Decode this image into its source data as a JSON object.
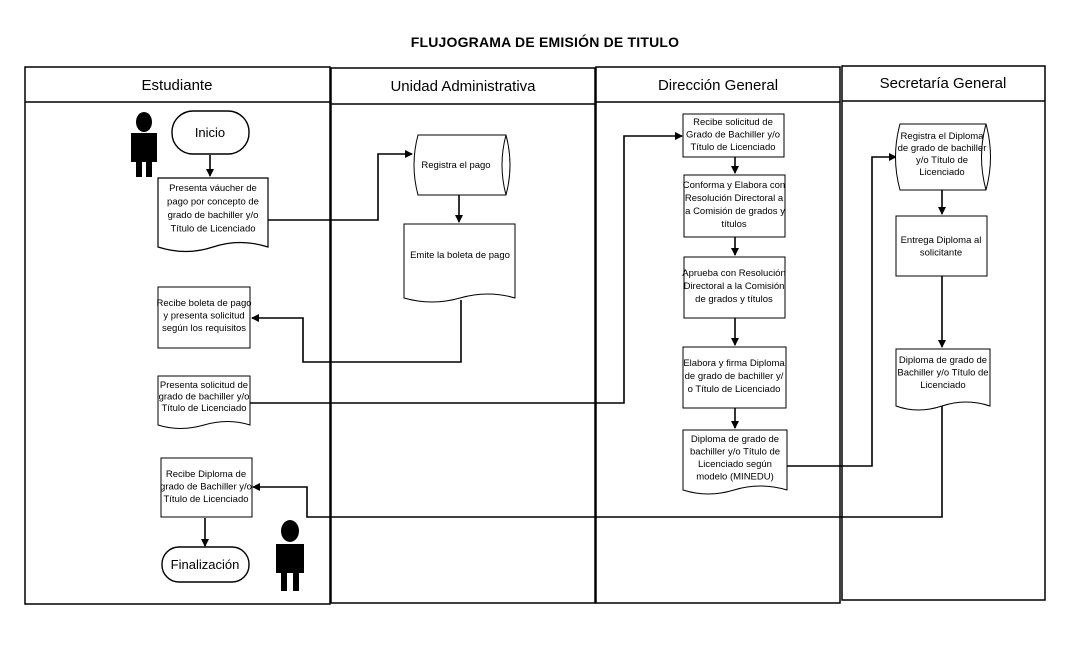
{
  "title": "FLUJOGRAMA DE EMISIÓN DE TITULO",
  "lanes": [
    "Estudiante",
    "Unidad Administrativa",
    "Dirección General",
    "Secretaría General"
  ],
  "nodes": {
    "inicio": "Inicio",
    "presenta_vaucher": [
      "Presenta  váucher de",
      "pago por concepto de",
      "grado de bachiller y/o",
      "Título de Licenciado"
    ],
    "registra_pago": [
      "Registra el pago"
    ],
    "emite_boleta": [
      "Emite la boleta de pago"
    ],
    "recibe_boleta": [
      "Recibe boleta de pago",
      "y presenta solicitud",
      "según los requisitos"
    ],
    "presenta_solicitud": [
      "Presenta solicitud de",
      "grado de bachiller y/o",
      "Título de Licenciado"
    ],
    "recibe_diploma": [
      "Recibe Diploma de",
      "grado de Bachiller y/o",
      "Título de Licenciado"
    ],
    "finalizacion": "Finalización",
    "recibe_solicitud": [
      "Recibe solicitud de",
      "Grado de Bachiller y/o",
      "Título de Licenciado"
    ],
    "conforma_elabora": [
      "Conforma y Elabora con",
      "Resolución Directoral a",
      "la Comisión de grados y",
      "títulos"
    ],
    "aprueba": [
      "Aprueba con Resolución",
      "Directoral a la Comisión",
      "de grados y títulos"
    ],
    "elabora_firma": [
      "Elabora y firma Diploma",
      "de grado de bachiller y/",
      "o Título de Licenciado"
    ],
    "diploma_modelo": [
      "Diploma  de grado de",
      "bachiller y/o Título de",
      "Licenciado según",
      "modelo (MINEDU)"
    ],
    "registra_diploma": [
      "Registra el Diploma",
      "de grado de bachiller",
      "y/o Título de",
      "Licenciado"
    ],
    "entrega_diploma": [
      "Entrega Diploma al",
      "solicitante"
    ],
    "diploma_doc": [
      "Diploma de grado de",
      "Bachiller y/o Título de",
      "Licenciado"
    ]
  },
  "icons": [
    "person-icon",
    "person-icon"
  ]
}
